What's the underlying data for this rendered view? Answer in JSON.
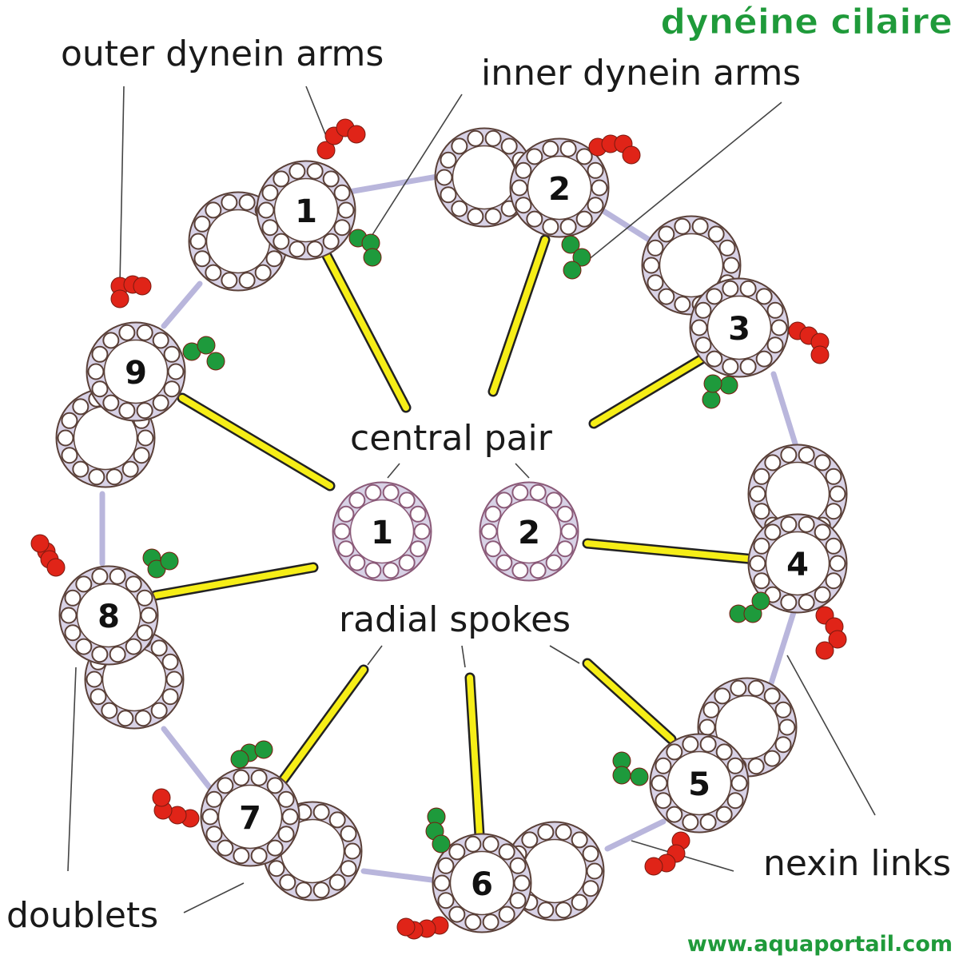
{
  "title": "dynéine cilaire",
  "footer": "www.aquaportail.com",
  "labels": {
    "outer_dynein_arms": "outer dynein arms",
    "inner_dynein_arms": "inner dynein arms",
    "central_pair": "central pair",
    "radial_spokes": "radial spokes",
    "nexin_links": "nexin links",
    "doublets": "doublets"
  },
  "doublets": [
    {
      "number": "1"
    },
    {
      "number": "2"
    },
    {
      "number": "3"
    },
    {
      "number": "4"
    },
    {
      "number": "5"
    },
    {
      "number": "6"
    },
    {
      "number": "7"
    },
    {
      "number": "8"
    },
    {
      "number": "9"
    }
  ],
  "central_pair": [
    {
      "number": "1"
    },
    {
      "number": "2"
    }
  ],
  "colors": {
    "title": "#1f9a3a",
    "footer": "#1f9a3a",
    "outer_arm": "#e02418",
    "inner_arm": "#1e9a3c",
    "spoke": "#f6ee17",
    "nexin": "#b9b6dc",
    "tubule_ring": "#5a4038",
    "central_ring": "#8b5a78"
  }
}
